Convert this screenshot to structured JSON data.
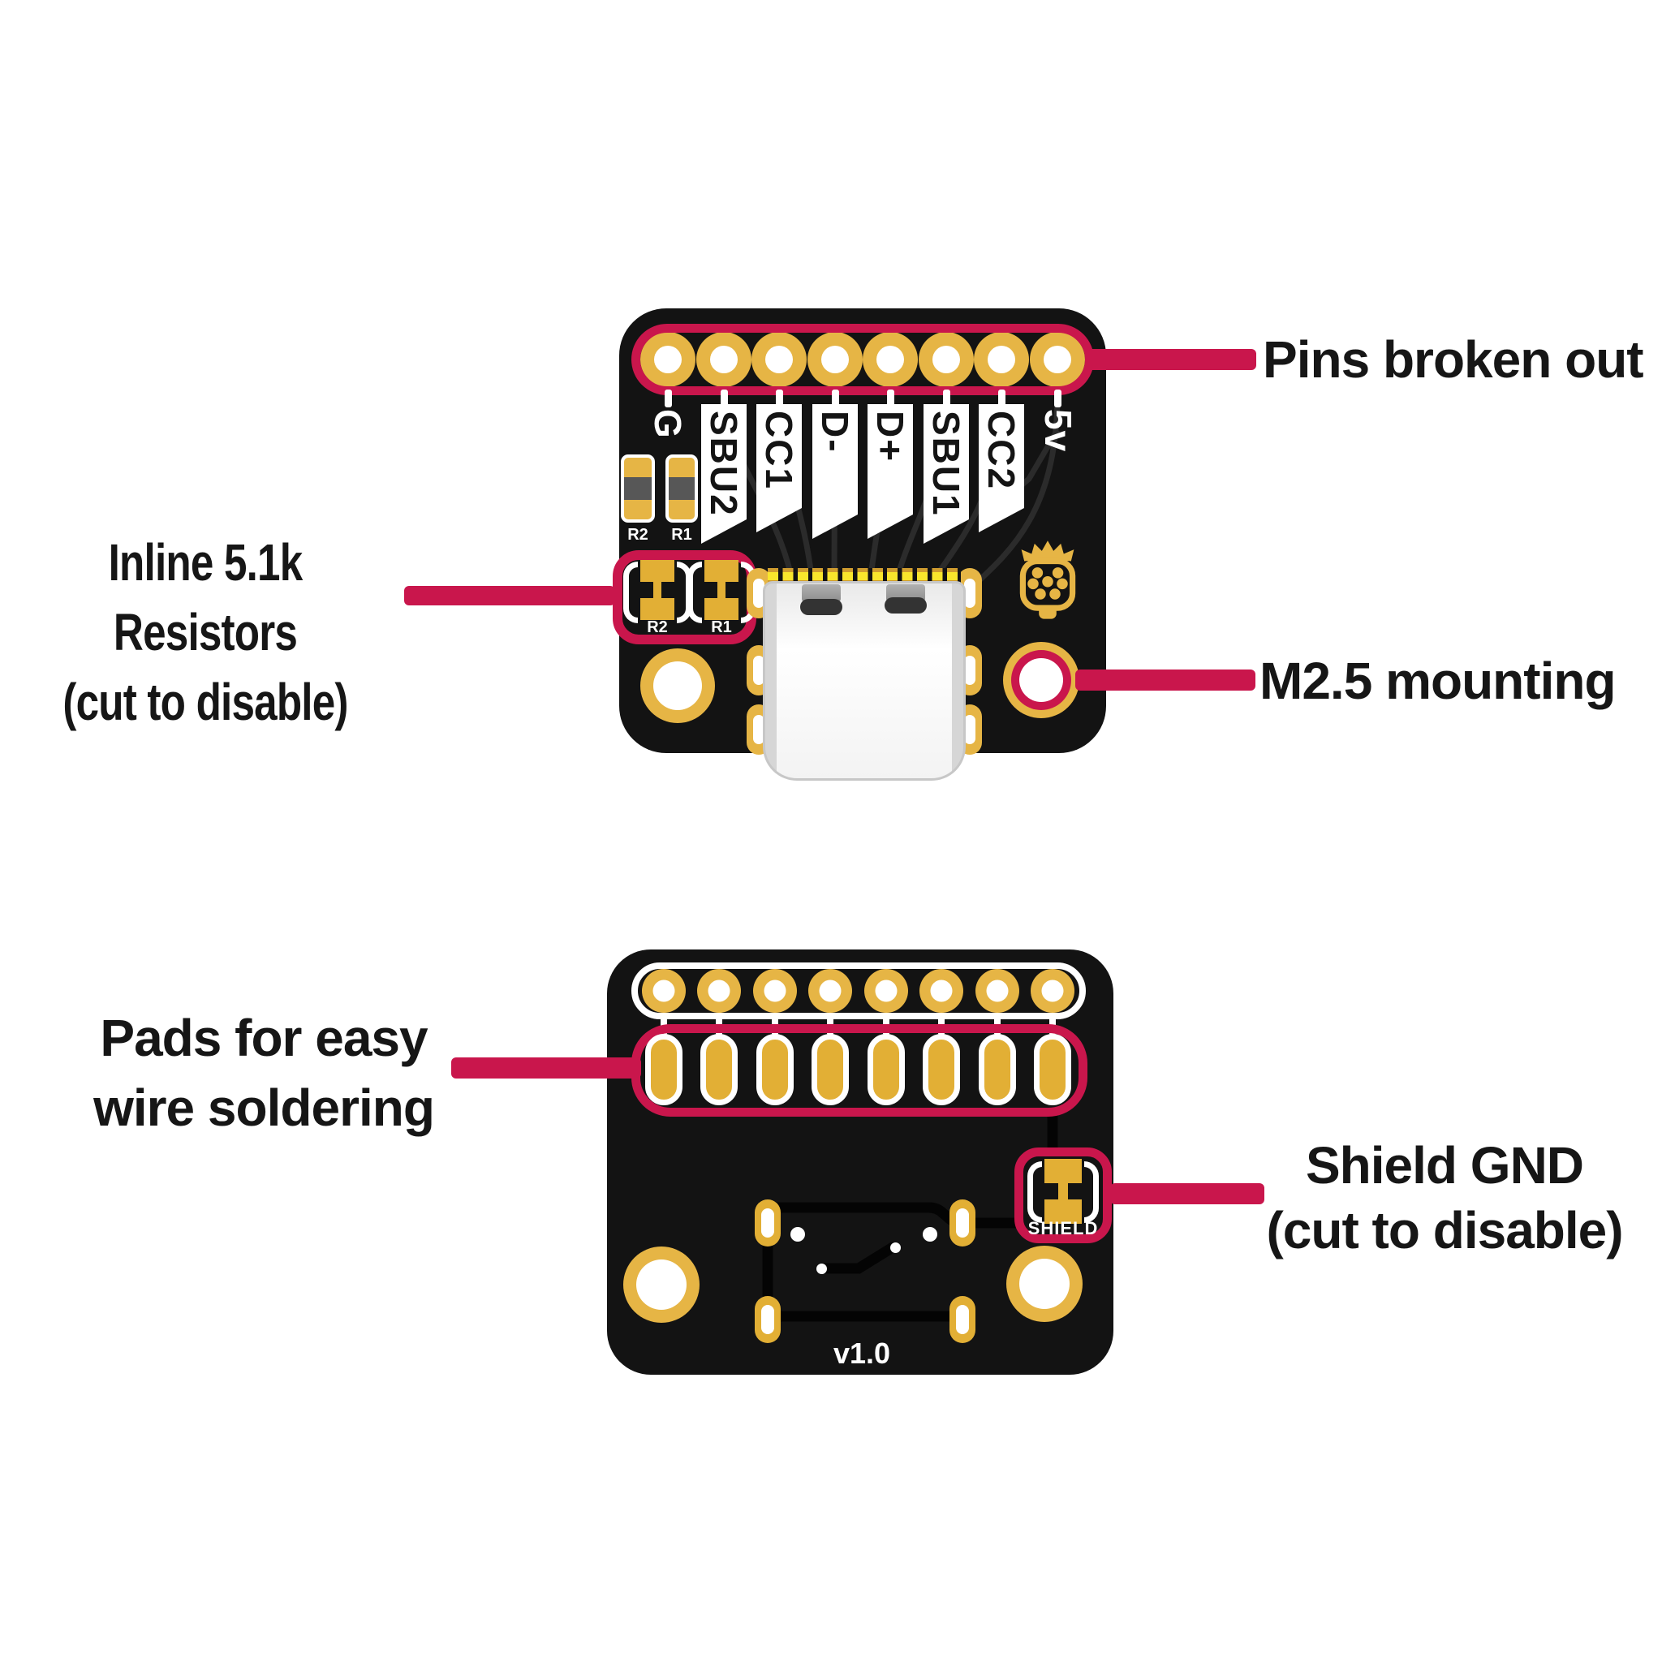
{
  "colors": {
    "accent": "#C9164C",
    "gold": "#E6B545",
    "board_black": "#131313",
    "finger_yellow": "#F9E62C"
  },
  "top_board": {
    "pin_labels": [
      "G",
      "SBU2",
      "CC1",
      "D-",
      "D+",
      "SBU1",
      "CC2",
      "5v"
    ],
    "smd_resistor_labels": [
      "R2",
      "R1"
    ],
    "jumper_labels": [
      "R2",
      "R1"
    ]
  },
  "bottom_board": {
    "shield_jumper_label": "SHIELD",
    "version": "v1.0"
  },
  "annotations": {
    "pins_broken_out": "Pins broken out",
    "inline_resistors_line1": "Inline 5.1k Resistors",
    "inline_resistors_line2": "(cut to disable)",
    "m25_mounting": "M2.5 mounting",
    "pads_line1": "Pads for easy",
    "pads_line2": "wire soldering",
    "shield_line1": "Shield GND",
    "shield_line2": "(cut to disable)"
  }
}
